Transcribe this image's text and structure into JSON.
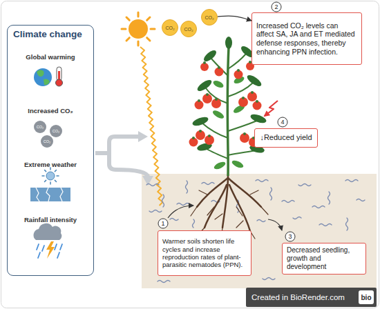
{
  "diagram": {
    "nodes": [
      {
        "text": [
          "Climate change",
          "Global warming",
          "Increased CO₂",
          "Extreme weather",
          "Rainfall intensity"
        ]
      },
      {
        "text": [
          "CO₂"
        ]
      },
      {
        "text": [
          "CO₂"
        ]
      },
      {
        "text": [
          "CO₂"
        ]
      },
      {
        "text": [
          "Increased CO₂ levels can affect SA, JA and ET mediated defense responses, thereby enhancing PPN infection."
        ]
      },
      {
        "text": [
          "↓Reduced yield"
        ]
      },
      {
        "text": [
          "Warmer soils shorten life cycles and increase reproduction rates of plant-parasitic nematodes (PPN)."
        ]
      },
      {
        "text": [
          "Decreased seedling, growth and development"
        ]
      }
    ],
    "edges": [
      {
        "from": 3,
        "to": 4,
        "arrow": "to"
      }
    ],
    "labels": [
      "CO₂",
      "CO₂",
      "CO₂",
      "2",
      "4",
      "1",
      "3",
      "Created in BioRender.com",
      "bio"
    ]
  }
}
